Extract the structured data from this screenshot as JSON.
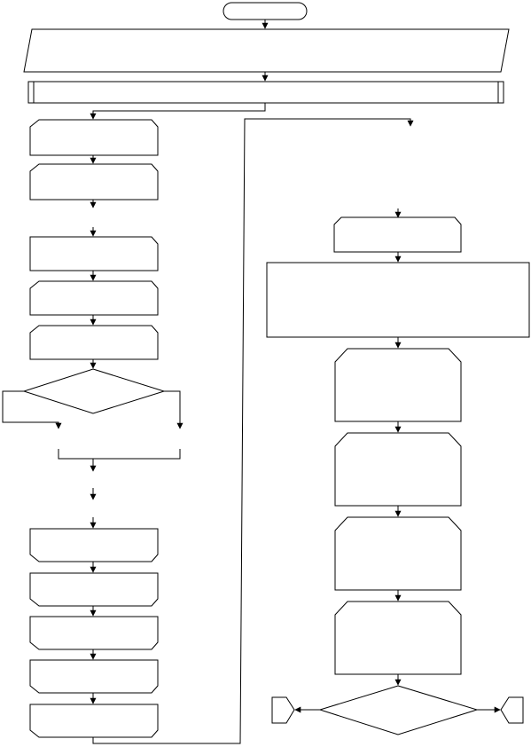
{
  "diagram": {
    "type": "flowchart",
    "text_visible": false,
    "stroke_color": "#000000",
    "fill_color": "#ffffff",
    "background_color": "#ffffff",
    "shape_types": [
      "terminator",
      "parallelogram",
      "predefined-process",
      "process-box",
      "decision",
      "off-page-connector"
    ],
    "columns": [
      "left",
      "right"
    ]
  }
}
